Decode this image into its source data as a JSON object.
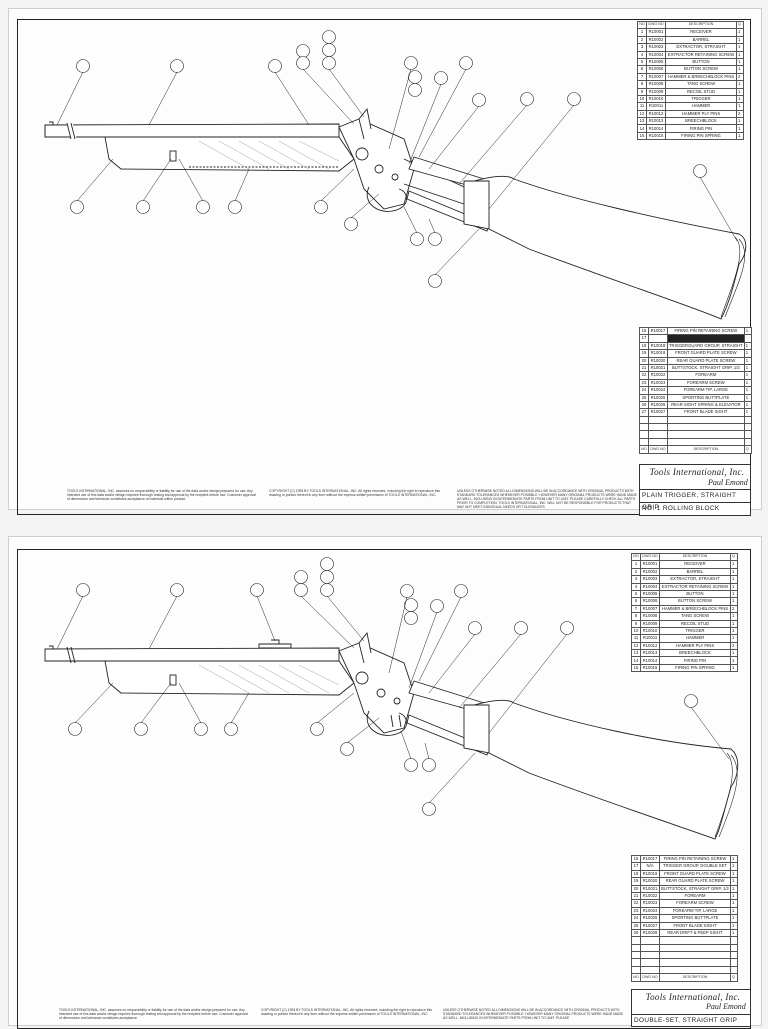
{
  "sheet1": {
    "parts_table": {
      "header": [
        "NO",
        "DWG NO",
        "DESCRIPTION",
        "Q"
      ],
      "rows": [
        [
          "1",
          "R10001",
          "RECEIVER",
          "1"
        ],
        [
          "2",
          "R10002",
          "BARREL",
          "1"
        ],
        [
          "3",
          "R10003",
          "EXTRACTOR, STRAIGHT",
          "1"
        ],
        [
          "4",
          "R10004",
          "EXTRACTOR RETAINING SCREW",
          "1"
        ],
        [
          "5",
          "R10005",
          "BUTTON",
          "1"
        ],
        [
          "6",
          "R10006",
          "BUTTON SCREW",
          "1"
        ],
        [
          "7",
          "R10007",
          "HAMMER & BREECHBLOCK PINS",
          "2"
        ],
        [
          "8",
          "R10008",
          "TANG SCREW",
          "1"
        ],
        [
          "9",
          "R10009",
          "RECOIL STUD",
          "1"
        ],
        [
          "10",
          "R10010",
          "TRIGGER",
          "1"
        ],
        [
          "11",
          "R10011",
          "HAMMER",
          "1"
        ],
        [
          "12",
          "R10012",
          "HAMMER PLY PINS",
          "2"
        ],
        [
          "13",
          "R10013",
          "BREECHBLOCK",
          "1"
        ],
        [
          "14",
          "R10014",
          "FIRING PIN",
          "1"
        ],
        [
          "15",
          "R10015",
          "FIRING PIN SPRING",
          "1"
        ]
      ]
    },
    "parts_table_2": {
      "rows": [
        [
          "16",
          "R10017",
          "FIRING PIN RETAINING SCREW",
          "1",
          false
        ],
        [
          "17",
          "",
          "",
          "",
          true
        ],
        [
          "18",
          "R10018",
          "TRIGGERGUARD GROUP, STRAIGHT",
          "1",
          false
        ],
        [
          "19",
          "R10019",
          "FRONT GUARD PLATE SCREW",
          "1",
          false
        ],
        [
          "20",
          "R10020",
          "REAR GUARD PLATE SCREW",
          "1",
          false
        ],
        [
          "21",
          "R10021",
          "BUTTSTOCK, STRAIGHT GRIP, 1/2",
          "1",
          false
        ],
        [
          "22",
          "R10022",
          "FOREARM",
          "1",
          false
        ],
        [
          "23",
          "R10023",
          "FOREARM SCREW",
          "1",
          false
        ],
        [
          "24",
          "R10024",
          "FOREARM TIP, LARGE",
          "1",
          false
        ],
        [
          "25",
          "R10025",
          "SPORTING BUTTPLATE",
          "1",
          false
        ],
        [
          "26",
          "R10026",
          "REAR SIGHT SPRING & ELEVATOR",
          "1",
          false
        ],
        [
          "27",
          "R10027",
          "FRONT BLADE SIGHT",
          "1",
          false
        ]
      ],
      "footer": [
        "NO",
        "DWG NO",
        "DESCRIPTION",
        "Q"
      ]
    },
    "title_block": {
      "company": "Tools International, Inc.",
      "title": "PLAIN TRIGGER, STRAIGHT GRIP",
      "model": "NO. 1 ROLLING BLOCK",
      "signature": "Paul Emond"
    },
    "fine_print": {
      "left": "TOOLS INTERNATIONAL, INC. assumes no responsibility or liability for use of the data and/or design prepared for use. Any intended use of this data and/or design requires thorough testing and approval by the recipient before use. Customer approval of dimensions and tolerance constitutes acceptance of materials within product.",
      "middle": "COPYRIGHT (C) 1993 BY TOOLS INTERNATIONAL, INC. All rights reserved, including the right to reproduce this drawing or portion thereof in any form without the express written permission of TOOLS INTERNATIONAL, INC.",
      "right": "UNLESS OTHERWISE NOTED ALL DIMENSIONS WILL BE IN ACCORDANCE WITH ORIGINAL PRODUCTS WITH STANDARD TOLERANCES WHENEVER POSSIBLE. HOWEVER MANY ORIGINAL PRODUCTS WERE HAND MADE AS WELL. INCLUDING IN INTERMEDIATE PARTS FROM UNIT TO UNIT. PLEASE CAREFULLY CHECK ALL PARTS PRIOR TO COMPLETION. TOOLS INTERNATIONAL, INC. WILL NOT BE RESPONSIBLE FOR PRODUCTS THAT MAY NOT MEET INDIVIDUAL NEEDS OR TOLERANCES."
    }
  },
  "sheet2": {
    "parts_table": {
      "header": [
        "NO",
        "DWG NO",
        "DESCRIPTION",
        "Q"
      ],
      "rows": [
        [
          "1",
          "R10001",
          "RECEIVER",
          "1"
        ],
        [
          "2",
          "R10002",
          "BARREL",
          "1"
        ],
        [
          "3",
          "R10003",
          "EXTRACTOR, STRAIGHT",
          "1"
        ],
        [
          "4",
          "R10004",
          "EXTRACTOR RETAINING SCREW",
          "1"
        ],
        [
          "5",
          "R10005",
          "BUTTON",
          "1"
        ],
        [
          "6",
          "R10006",
          "BUTTON SCREW",
          "1"
        ],
        [
          "7",
          "R10007",
          "HAMMER & BREECHBLOCK PINS",
          "2"
        ],
        [
          "8",
          "R10008",
          "TANG SCREW",
          "1"
        ],
        [
          "9",
          "R10009",
          "RECOIL STUD",
          "1"
        ],
        [
          "10",
          "R10010",
          "TRIGGER",
          "1"
        ],
        [
          "11",
          "R10011",
          "HAMMER",
          "1"
        ],
        [
          "12",
          "R10012",
          "HAMMER PLY PINS",
          "2"
        ],
        [
          "13",
          "R10013",
          "BREECHBLOCK",
          "1"
        ],
        [
          "14",
          "R10014",
          "FIRING PIN",
          "1"
        ],
        [
          "15",
          "R10015",
          "FIRING PIN SPRING",
          "1"
        ]
      ]
    },
    "parts_table_2": {
      "rows": [
        [
          "16",
          "R10017",
          "FIRING PIN RETAINING SCREW",
          "1",
          false
        ],
        [
          "17",
          "N/A",
          "TRIGGER GROUP, DOUBLE SET",
          "1",
          false
        ],
        [
          "18",
          "R10019",
          "FRONT GUARD PLATE SCREW",
          "1",
          false
        ],
        [
          "19",
          "R10020",
          "REAR GUARD PLATE SCREW",
          "1",
          false
        ],
        [
          "20",
          "R10021",
          "BUTTSTOCK, STRAIGHT GRIP, 1/2",
          "1",
          false
        ],
        [
          "21",
          "R10022",
          "FOREARM",
          "1",
          false
        ],
        [
          "22",
          "R10023",
          "FOREARM SCREW",
          "1",
          false
        ],
        [
          "23",
          "R10024",
          "FOREARM TIP, LARGE",
          "1",
          false
        ],
        [
          "24",
          "R10025",
          "SPORTING BUTTPLATE",
          "1",
          false
        ],
        [
          "25",
          "R10027",
          "FRONT BLADE SIGHT",
          "1",
          false
        ],
        [
          "26",
          "R10028",
          "REAR DRIFT & PEEP SIGHT",
          "1",
          false
        ]
      ],
      "footer": [
        "NO",
        "DWG NO",
        "DESCRIPTION",
        "Q"
      ]
    },
    "title_block": {
      "company": "Tools International, Inc.",
      "title": "DOUBLE-SET, STRAIGHT GRIP",
      "signature": "Paul Emond"
    },
    "fine_print": {
      "left": "TOOLS INTERNATIONAL, INC. assumes no responsibility or liability for use of the data and/or design prepared for use. Any intended use of this data and/or design requires thorough testing and approval by the recipient before use. Customer approval of dimensions and tolerance constitutes acceptance.",
      "middle": "COPYRIGHT (C) 1993 BY TOOLS INTERNATIONAL, INC. All rights reserved, including the right to reproduce this drawing or portion thereof in any form without the express written permission of TOOLS INTERNATIONAL, INC.",
      "right": "UNLESS OTHERWISE NOTED ALL DIMENSIONS WILL BE IN ACCORDANCE WITH ORIGINAL PRODUCTS WITH STANDARD TOLERANCES WHENEVER POSSIBLE. HOWEVER MANY ORIGINAL PRODUCTS WERE HAND MADE AS WELL. INCLUDING IN INTERMEDIATE PARTS FROM UNIT TO UNIT. PLEASE"
    }
  },
  "colors": {
    "line": "#222222",
    "paper": "#fdfdfd",
    "redaction": "#222222"
  }
}
